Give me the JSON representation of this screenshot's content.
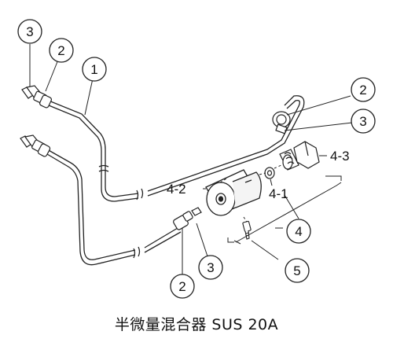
{
  "caption": "半微量混合器 SUS 20A",
  "callouts": {
    "c1": "1",
    "c2_top_left": "2",
    "c3_top_left": "3",
    "c2_upper_right": "2",
    "c3_upper_right": "3",
    "c2_bottom": "2",
    "c3_bottom": "3",
    "c4": "4",
    "c5": "5"
  },
  "labels": {
    "l4_1": "4-1",
    "l4_2": "4-2",
    "l4_3": "4-3"
  }
}
